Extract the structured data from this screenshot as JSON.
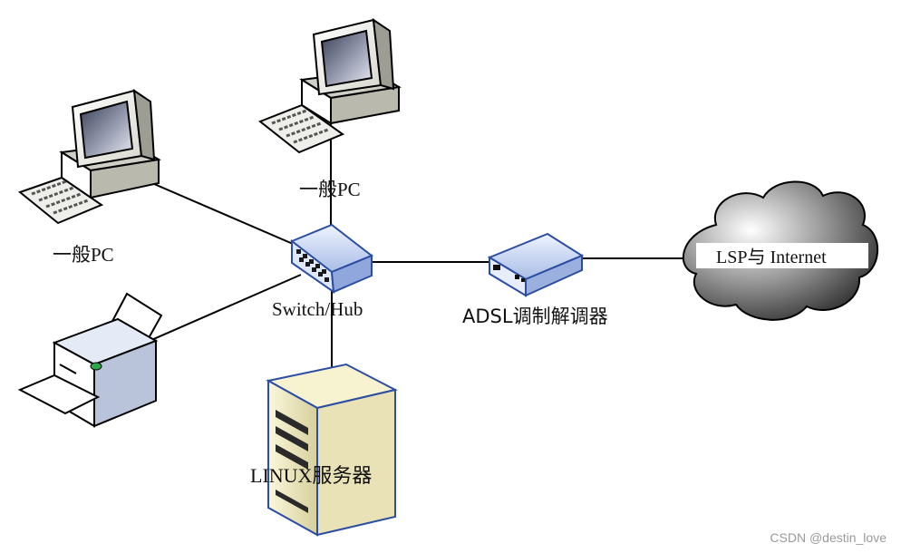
{
  "nodes": {
    "pc_top": {
      "label": "一般PC"
    },
    "pc_left": {
      "label": "一般PC"
    },
    "switch": {
      "label": "Switch/Hub"
    },
    "modem": {
      "label": "ADSL调制解调器"
    },
    "internet": {
      "label": "LSP与 Internet"
    },
    "server": {
      "label": "LINUX服务器"
    }
  },
  "watermark": "CSDN @destin_love"
}
